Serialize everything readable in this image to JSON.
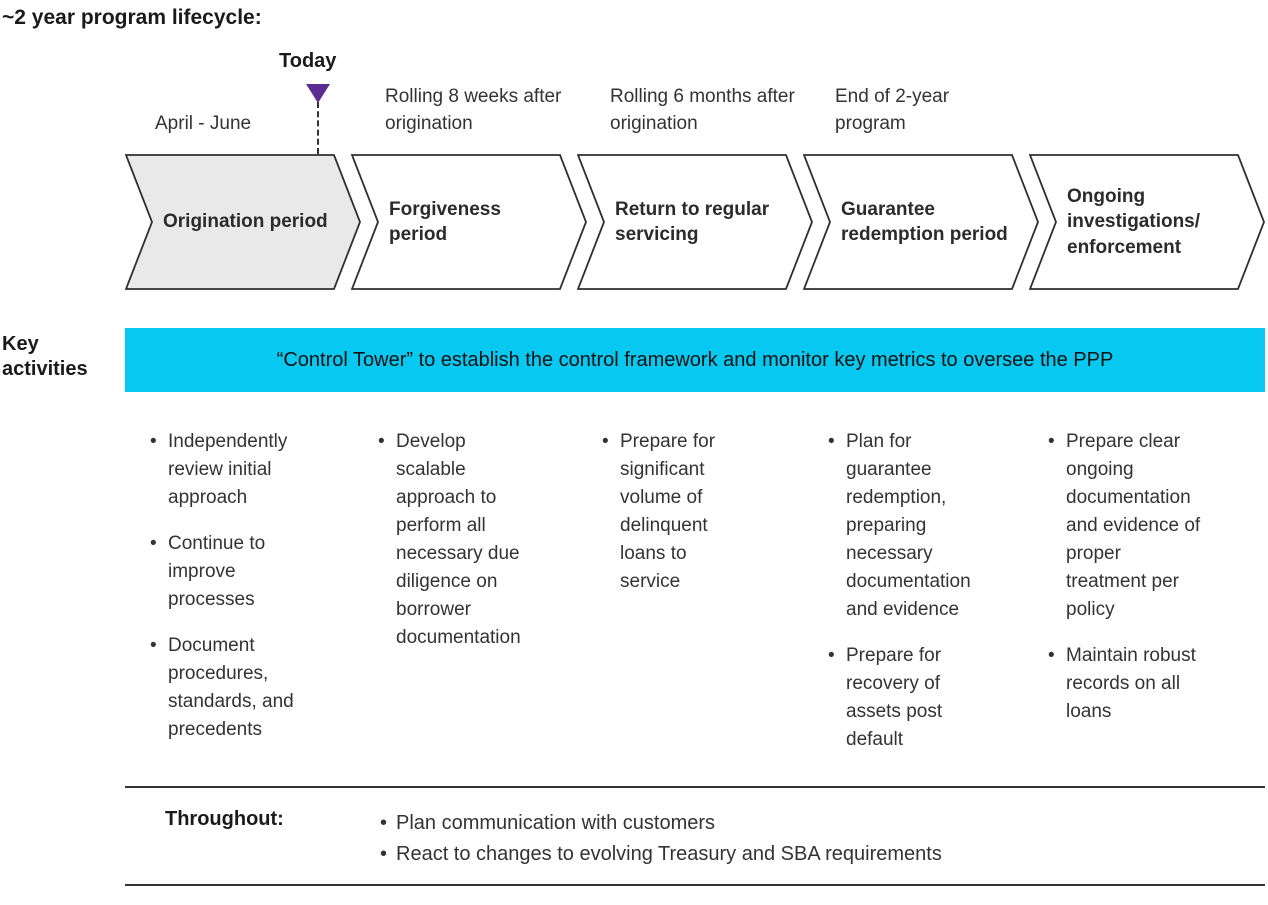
{
  "title": "~2 year program lifecycle:",
  "bullet_glyph": "•",
  "colors": {
    "banner": "#07c8f0",
    "marker": "#5b2d91",
    "chevron-stroke": "#2f2f2f",
    "highlight-fill": "#e9e9e9",
    "text": "#2b2b2b"
  },
  "timeline": {
    "today": "Today"
  },
  "phases": [
    {
      "label": "Origination period",
      "milestone": "April - June",
      "highlighted": true,
      "activities": [
        "Independently review initial approach",
        "Continue to improve processes",
        "Document procedures, standards, and precedents"
      ]
    },
    {
      "label": "Forgiveness period",
      "milestone": "Rolling 8 weeks after origination",
      "highlighted": false,
      "activities": [
        "Develop scalable approach to perform all necessary due diligence on borrower documentation"
      ]
    },
    {
      "label": "Return to regular servicing",
      "milestone": "Rolling 6 months after origination",
      "highlighted": false,
      "activities": [
        "Prepare for significant volume of delinquent loans to service"
      ]
    },
    {
      "label": "Guarantee redemption period",
      "milestone": "End of 2-year program",
      "highlighted": false,
      "activities": [
        "Plan for guarantee redemption, preparing necessary documentation and evidence",
        "Prepare for recovery of assets post default"
      ]
    },
    {
      "label": "Ongoing investigations/ enforcement",
      "milestone": "",
      "highlighted": false,
      "activities": [
        "Prepare clear ongoing documentation and evidence of proper treatment per policy",
        "Maintain robust records on all loans"
      ]
    }
  ],
  "key_activities": {
    "label": "Key activities",
    "banner": "“Control Tower” to establish the control framework and monitor key metrics to oversee the PPP"
  },
  "throughout": {
    "label": "Throughout:",
    "items": [
      "Plan communication with customers",
      "React to changes to evolving Treasury and SBA requirements"
    ]
  }
}
